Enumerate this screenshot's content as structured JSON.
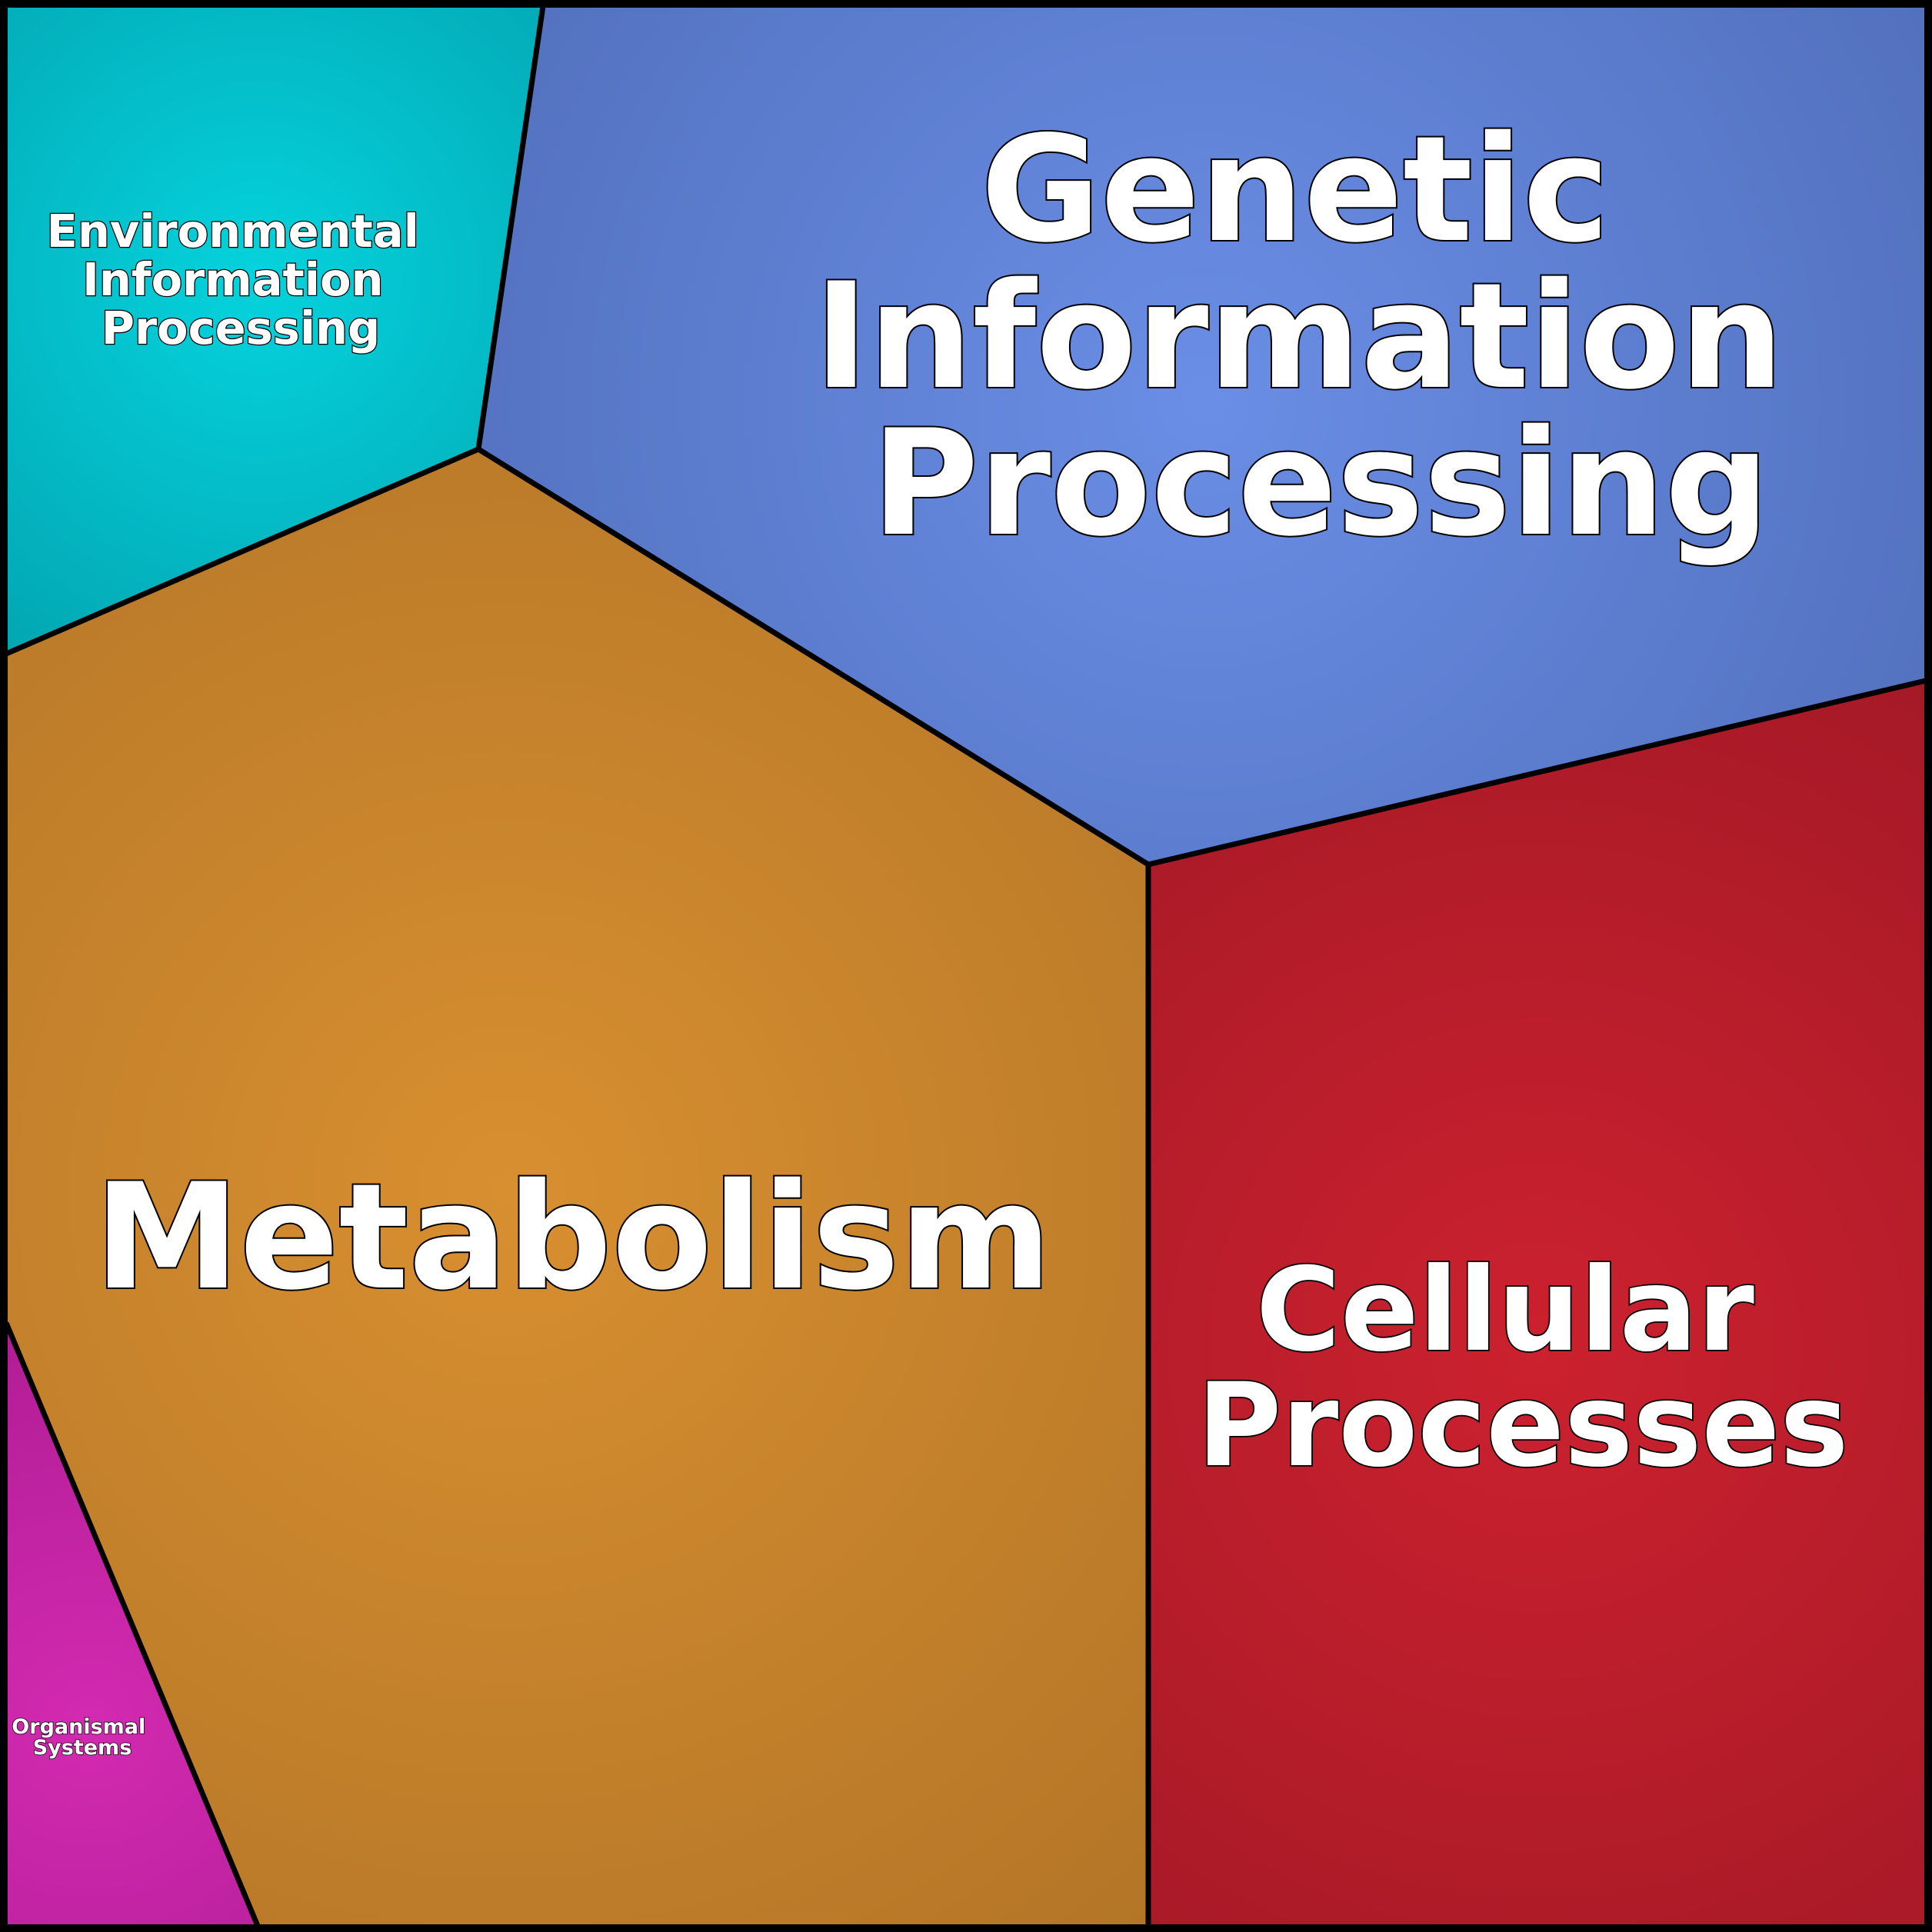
{
  "diagram": {
    "type": "voronoi-treemap",
    "cells": [
      {
        "key": "environmental",
        "label_lines": [
          "Environmental",
          "Information",
          "Processing"
        ],
        "color_center": "#05d3dd",
        "color_edge": "#02a6b2"
      },
      {
        "key": "genetic",
        "label_lines": [
          "Genetic",
          "Information",
          "Processing"
        ],
        "color_center": "#6a8ee6",
        "color_edge": "#5270bd"
      },
      {
        "key": "metabolism",
        "label_lines": [
          "Metabolism"
        ],
        "color_center": "#d88f30",
        "color_edge": "#b37527"
      },
      {
        "key": "cellular",
        "label_lines": [
          "Cellular",
          "Processes"
        ],
        "color_center": "#cc212f",
        "color_edge": "#a51926"
      },
      {
        "key": "organismal",
        "label_lines": [
          "Organismal",
          "Systems"
        ],
        "color_center": "#d32ab1",
        "color_edge": "#b01d94"
      }
    ]
  }
}
